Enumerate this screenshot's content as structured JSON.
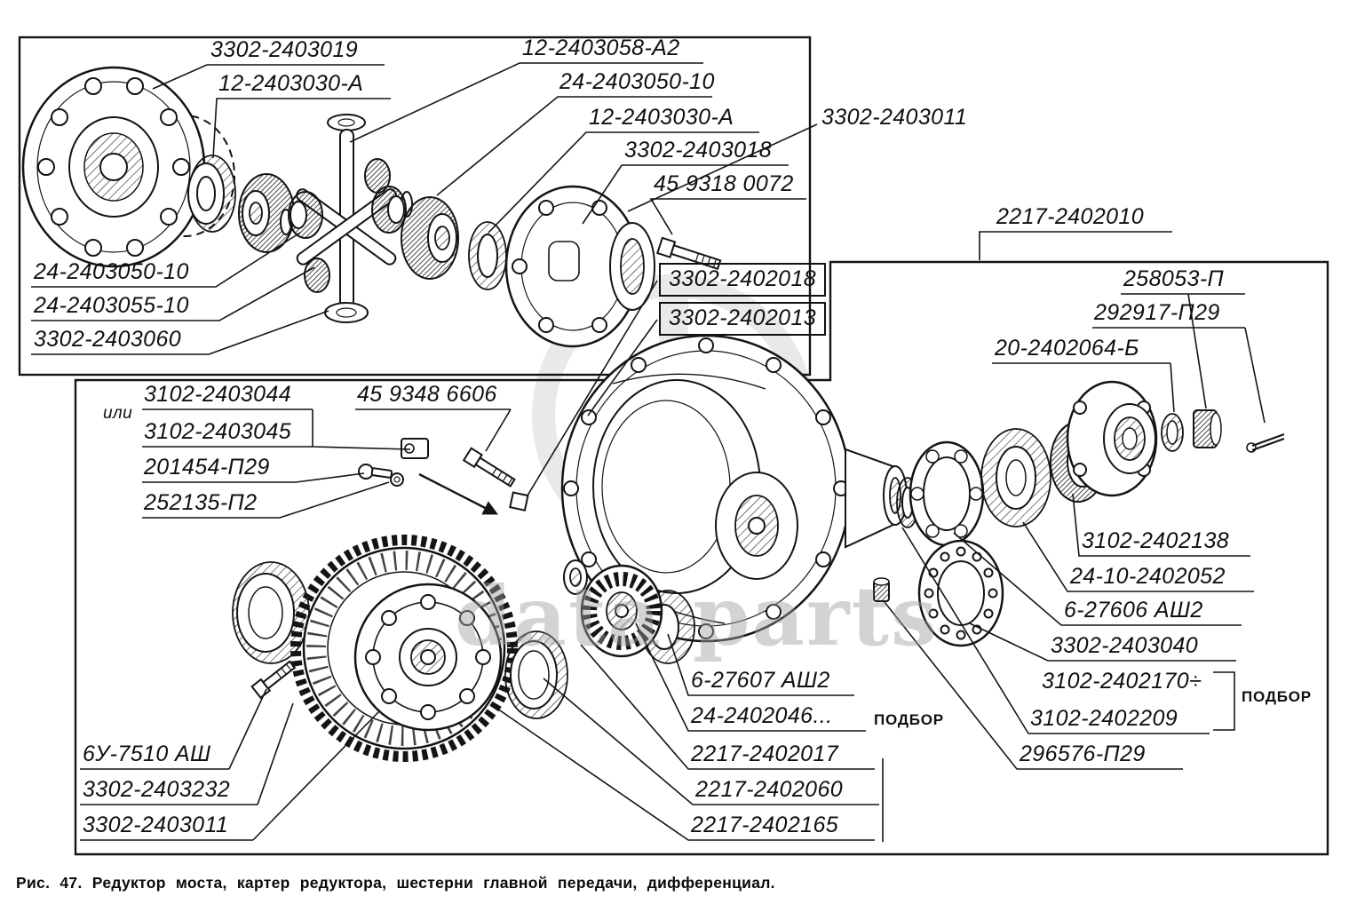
{
  "doc": {
    "caption": "Рис. 47. Редуктор моста, картер редуктора, шестерни главной передачи, дифференциал.",
    "watermark": "data parts"
  },
  "colors": {
    "ink": "#141414",
    "paper": "#ffffff",
    "watermark": "#b3b3b3"
  },
  "top_left_panel": {
    "labels": [
      "3302-2403019",
      "12-2403030-А",
      "12-2403058-А2",
      "24-2403050-10",
      "12-2403030-А",
      "3302-2403018",
      "45 9318 0072",
      "24-2403050-10",
      "24-2403055-10",
      "3302-2403060"
    ]
  },
  "main_panel": {
    "labels": [
      "3302-2403011",
      "2217-2402010",
      "3302-2402018",
      "3302-2402013",
      "258053-П",
      "292917-П29",
      "20-2402064-Б",
      "3102-2403044",
      "или",
      "3102-2403045",
      "45 9348 6606",
      "201454-П29",
      "252135-П2",
      "3102-2402138",
      "24-10-2402052",
      "6-27606 АШ2",
      "3302-2403040",
      "3102-2402170÷",
      "3102-2402209",
      "ПОДБОР",
      "296576-П29",
      "6-27607 АШ2",
      "24-2402046...",
      "ПОДБОР",
      "2217-2402017",
      "2217-2402060",
      "2217-2402165",
      "6У-7510 АШ",
      "3302-2403232",
      "3302-2403011"
    ]
  }
}
